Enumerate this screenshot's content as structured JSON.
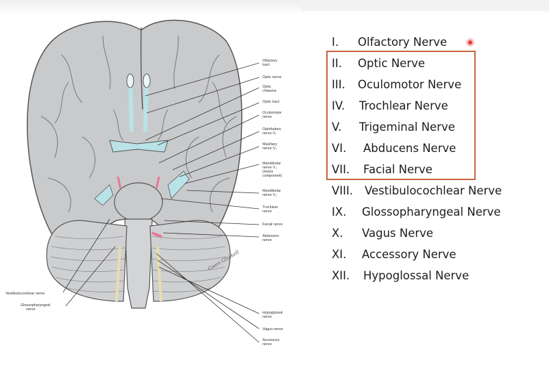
{
  "diagram": {
    "labels": {
      "olfactory_tract": [
        "Olfactory",
        "tract"
      ],
      "optic_nerve": [
        "Optic nerve"
      ],
      "optic_chiasma": [
        "Optic",
        "chiasma"
      ],
      "optic_tract": [
        "Optic tract"
      ],
      "oculomotor_nerve": [
        "Oculomotor",
        "nerve"
      ],
      "ophthalmic_nerve": [
        "Ophthalmic",
        "nerve V₁"
      ],
      "maxillary_nerve": [
        "Maxillary",
        "nerve V₂"
      ],
      "mandibular_nerve_motor": [
        "Mandibular",
        "nerve V₃",
        "(motor",
        "component)"
      ],
      "mandibular_nerve": [
        "Mandibular",
        "nerve V₃"
      ],
      "trochlear_nerve": [
        "Trochlear",
        "nerve"
      ],
      "facial_nerve": [
        "Facial nerve"
      ],
      "abducens_nerve": [
        "Abducens",
        "nerve"
      ],
      "vestibulocochlear_nerve": [
        "Vestibulocochlear nerve"
      ],
      "glossopharyngeal_nerve": [
        "Glossopharyngeal",
        "nerve"
      ],
      "hypoglossal_nerve": [
        "Hypoglossal",
        "nerve"
      ],
      "vagus_nerve": [
        "Vagus nerve"
      ],
      "accessory_nerve": [
        "Accessory",
        "nerve"
      ]
    },
    "signature": "Gwen Glaskell"
  },
  "nerves": [
    {
      "num": "I.",
      "name": "Olfactory Nerve"
    },
    {
      "num": "II.",
      "name": "Optic Nerve"
    },
    {
      "num": "III.",
      "name": "Oculomotor Nerve"
    },
    {
      "num": "IV.",
      "name": "Trochlear Nerve"
    },
    {
      "num": "V.",
      "name": "Trigeminal Nerve"
    },
    {
      "num": "VI.",
      "name": "Abducens Nerve"
    },
    {
      "num": "VII.",
      "name": "Facial Nerve"
    },
    {
      "num": "VIII.",
      "name": "Vestibulocochlear Nerve"
    },
    {
      "num": "IX.",
      "name": "Glossopharyngeal Nerve"
    },
    {
      "num": "X.",
      "name": "Vagus Nerve"
    },
    {
      "num": "XI.",
      "name": "Accessory Nerve"
    },
    {
      "num": "XII.",
      "name": "Hypoglossal Nerve"
    }
  ],
  "colors": {
    "highlight_box": "#c8623f",
    "cursor": "#e23b3b",
    "brain": "#c9cacc",
    "nerve_cyan": "#b9e3e6",
    "nerve_pink": "#e6789a",
    "nerve_yellow": "#e8dcb0"
  }
}
